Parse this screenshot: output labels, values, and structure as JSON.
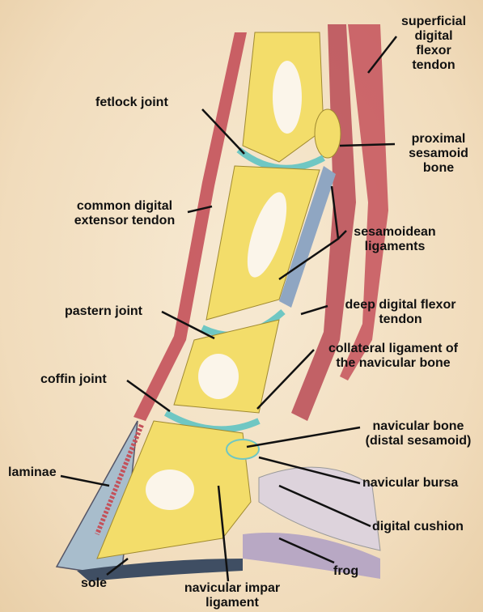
{
  "labels": {
    "superficial_digital_flexor_tendon": [
      "superficial",
      "digital",
      "flexor",
      "tendon"
    ],
    "fetlock_joint": "fetlock joint",
    "proximal_sesamoid_bone": [
      "proximal",
      "sesamoid",
      "bone"
    ],
    "common_digital_extensor_tendon": [
      "common digital",
      "extensor tendon"
    ],
    "sesamoidean_ligaments": [
      "sesamoidean",
      "ligaments"
    ],
    "pastern_joint": "pastern joint",
    "deep_digital_flexor_tendon": [
      "deep digital flexor",
      "tendon"
    ],
    "collateral_ligament": [
      "collateral ligament of",
      "the navicular bone"
    ],
    "coffin_joint": "coffin joint",
    "navicular_bone": [
      "navicular bone",
      "(distal sesamoid)"
    ],
    "laminae": "laminae",
    "navicular_bursa": "navicular bursa",
    "digital_cushion": "digital cushion",
    "frog": "frog",
    "sole": "sole",
    "navicular_impar_ligament": [
      "navicular impar",
      "ligament"
    ]
  },
  "colors": {
    "bone": "#f3dd6a",
    "marrow": "#fbf5ea",
    "cartilage": "#6fc7c3",
    "tendon": "#c4515a",
    "ligament": "#8fa6c2",
    "cushion": "#b8a8c4",
    "hoof_wall": "#9fb7c8",
    "sole": "#3f4e63",
    "leader": "#111111"
  }
}
